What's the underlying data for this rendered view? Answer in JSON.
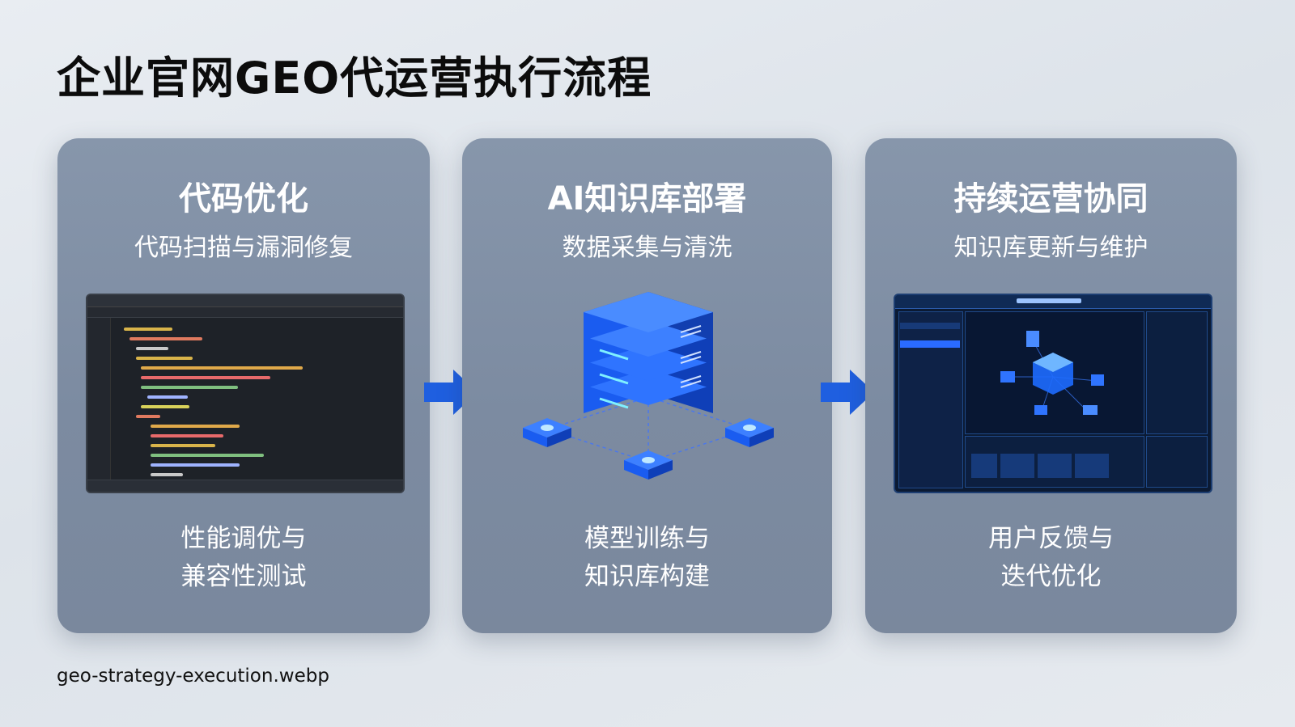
{
  "page": {
    "title": "企业官网GEO代运营执行流程",
    "caption": "geo-strategy-execution.webp"
  },
  "cards": [
    {
      "heading": "代码优化",
      "subtitle": "代码扫描与漏洞修复",
      "footer_line1": "性能调优与",
      "footer_line2": "兼容性测试",
      "image_icon": "code-editor-screenshot"
    },
    {
      "heading": "AI知识库部署",
      "subtitle": "数据采集与清洗",
      "footer_line1": "模型训练与",
      "footer_line2": "知识库构建",
      "image_icon": "server-stack-icon"
    },
    {
      "heading": "持续运营协同",
      "subtitle": "知识库更新与维护",
      "footer_line1": "用户反馈与",
      "footer_line2": "迭代优化",
      "image_icon": "dashboard-screenshot"
    }
  ],
  "colors": {
    "accent_blue": "#1f5fe0",
    "card_bg": "#8190a6",
    "text_white": "#ffffff"
  }
}
